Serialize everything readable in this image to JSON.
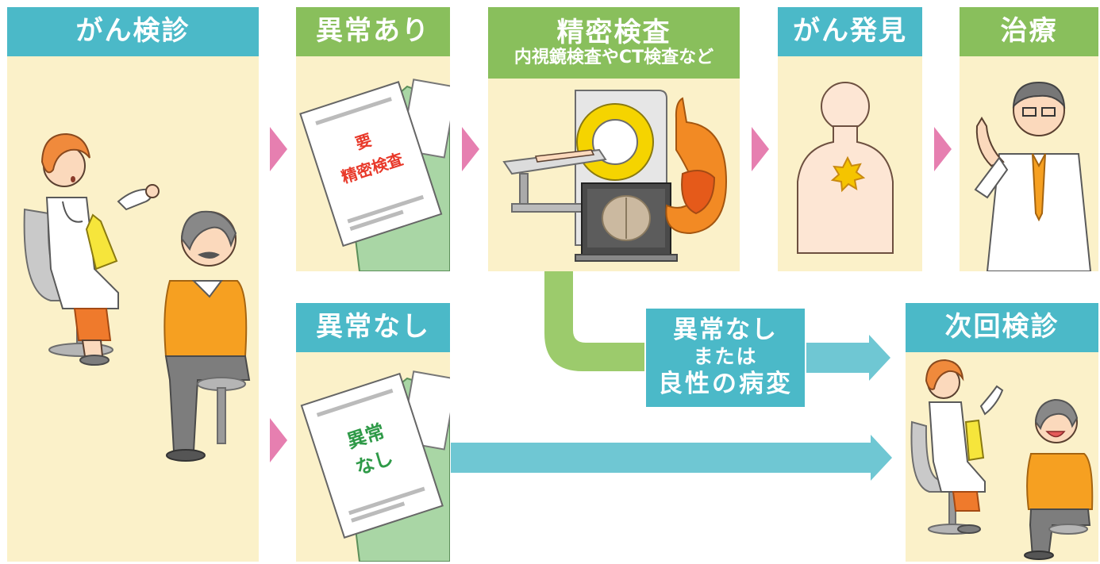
{
  "steps": {
    "screening": "がん検診",
    "abnormal": "異常あり",
    "detailed": "精密検査",
    "detailed_sub": "内視鏡検査やCT検査など",
    "cancer_found": "がん発見",
    "treatment": "治療",
    "no_abnormal": "異常なし",
    "next_screening": "次回検診"
  },
  "result_box": {
    "line1": "異常なし",
    "line2": "または",
    "line3": "良性の病変"
  },
  "documents": {
    "abnormal_doc_line1": "要",
    "abnormal_doc_line2": "精密検査",
    "normal_doc_line1": "異常",
    "normal_doc_line2": "なし"
  },
  "colors": {
    "teal_header": "#4bb9c8",
    "green_header": "#89bf5c",
    "panel_bg": "#fbf1c9",
    "pink_arrow": "#e67fb0",
    "arrow_teal": "#6fc7d3",
    "arrow_green": "#9ccb6c",
    "doc_red": "#e8392a",
    "doc_green": "#2f9a48"
  },
  "icons": [
    "doctor-female-consult",
    "patient-elderly-man",
    "document-envelope",
    "ct-scanner",
    "brain-scan-monitor",
    "stomach-organ",
    "body-tumor",
    "doctor-male-pointing"
  ]
}
